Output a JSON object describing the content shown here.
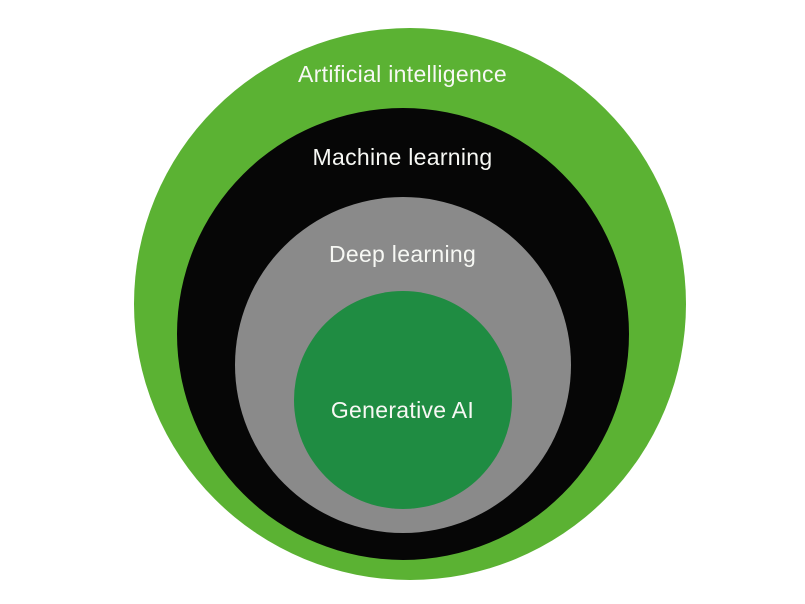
{
  "diagram": {
    "type": "nested-circles",
    "description": "Concentric concept diagram of AI fields, each inner circle nested toward the bottom of its parent",
    "background_color": "#ffffff",
    "label_text_color": "#f7f8f4",
    "layers": [
      {
        "label": "Artificial intelligence",
        "color": "#5bb233"
      },
      {
        "label": "Machine learning",
        "color": "#060606"
      },
      {
        "label": "Deep learning",
        "color": "#8a8a8a"
      },
      {
        "label": "Generative AI",
        "color": "#1f8c42"
      }
    ]
  }
}
